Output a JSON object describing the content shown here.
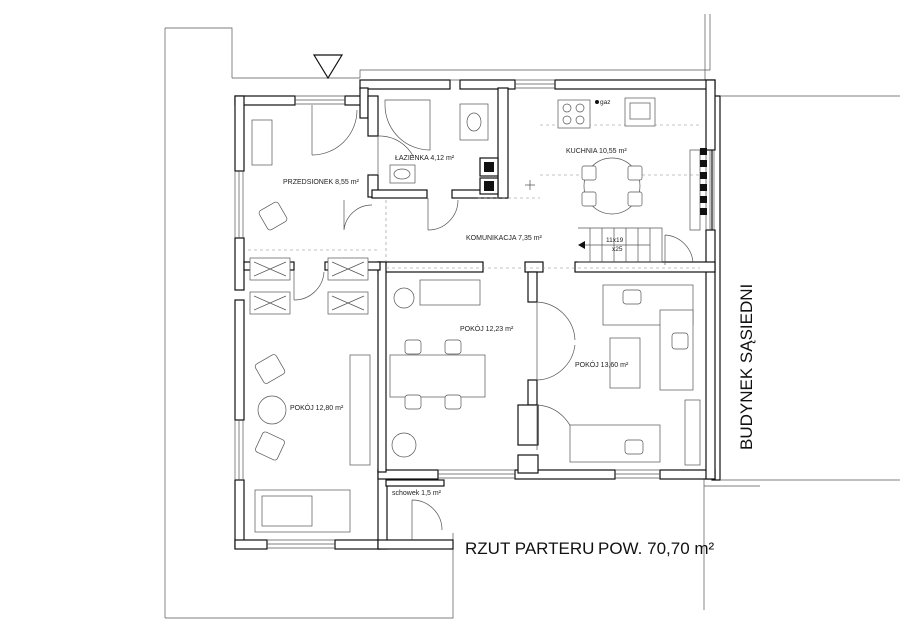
{
  "title": "RZUT PARTERU",
  "area_total": "POW. 70,70 m²",
  "neighbor_label": "BUDYNEK SĄSIEDNI",
  "rooms": {
    "przedsionek": "PRZEDSIONEK  8,55 m²",
    "lazienka": "ŁAZIENKA  4,12 m²",
    "kuchnia": "KUCHNIA  10,55 m²",
    "komunikacja": "KOMUNIKACJA 7,35 m²",
    "pokoj_1223": "POKÓJ  12,23 m²",
    "pokoj_1360": "POKÓJ  13,60 m²",
    "pokoj_1280": "POKÓJ  12,80 m²",
    "schowek": "schowek  1,5 m²"
  },
  "stairs": {
    "size": "11x19",
    "count": "x25"
  },
  "gas_label": "gaz",
  "colors": {
    "ink": "#111111",
    "line": "#555555",
    "paper": "#ffffff"
  }
}
